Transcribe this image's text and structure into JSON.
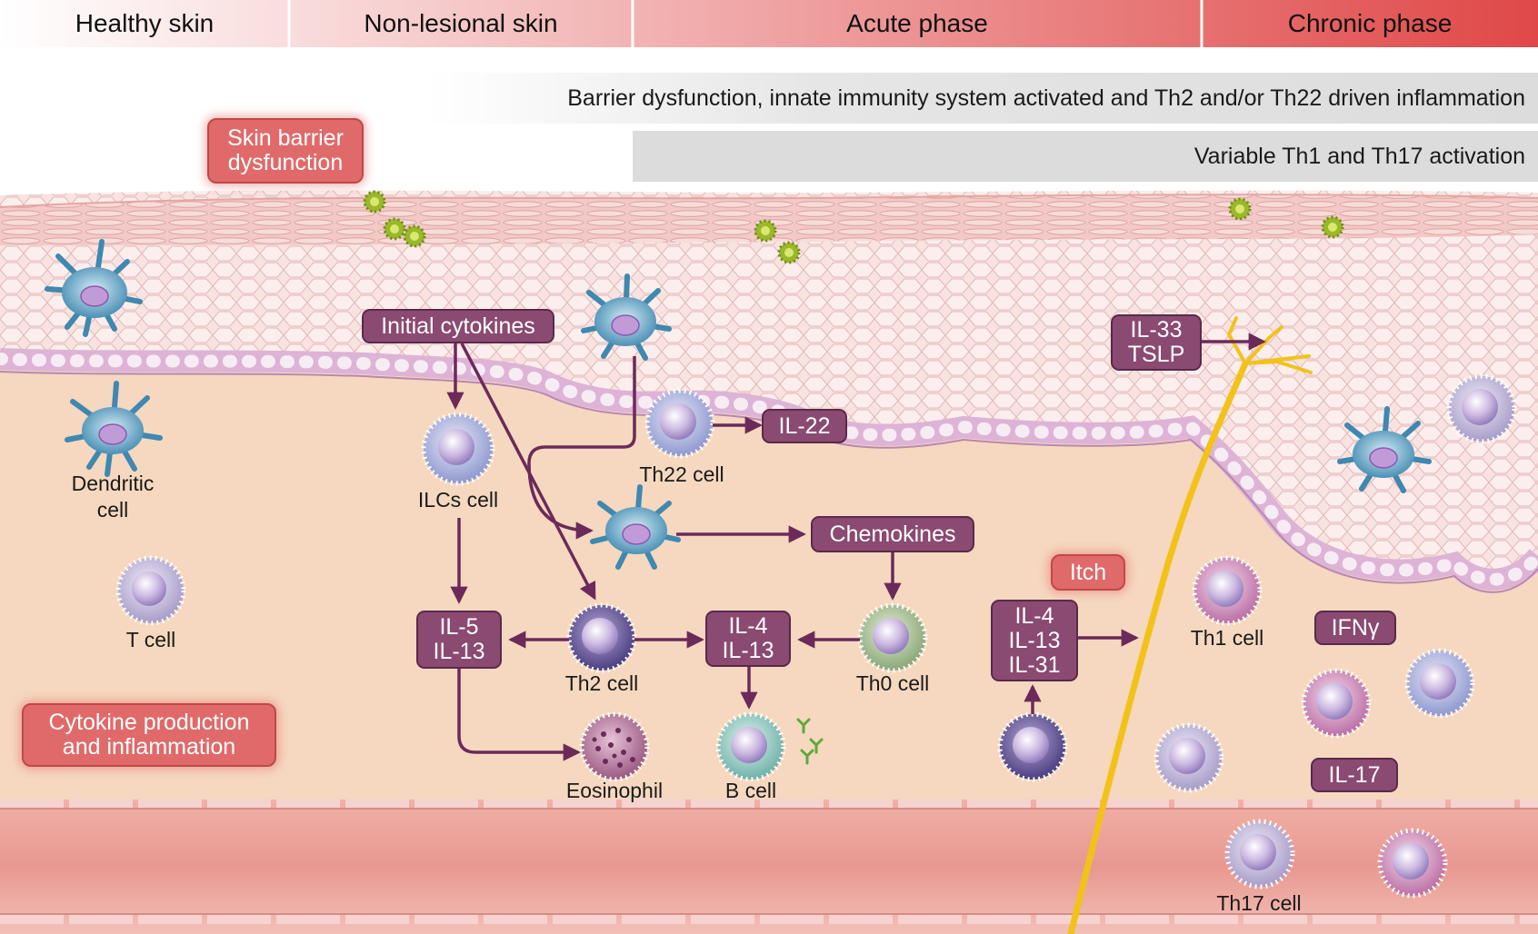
{
  "phases": [
    "Healthy skin",
    "Non-lesional skin",
    "Acute phase",
    "Chronic phase"
  ],
  "bars": {
    "innate": "Barrier dysfunction, innate immunity system activated and Th2 and/or Th22 driven inflammation",
    "th1_th17": "Variable Th1 and Th17 activation"
  },
  "callouts": {
    "skin_barrier": [
      "Skin barrier",
      "dysfunction"
    ],
    "cytokine_production": [
      "Cytokine production",
      "and inflammation"
    ],
    "itch": "Itch"
  },
  "mediators": {
    "initial_cytokines": "Initial cytokines",
    "il22": "IL-22",
    "il33_tslp": [
      "IL-33",
      "TSLP"
    ],
    "chemokines": "Chemokines",
    "il5_il13": [
      "IL-5",
      "IL-13"
    ],
    "il4_il13": [
      "IL-4",
      "IL-13"
    ],
    "il4_il13_il31": [
      "IL-4",
      "IL-13",
      "IL-31"
    ],
    "ifn_gamma": "IFNγ",
    "il17": "IL-17"
  },
  "cell_labels": {
    "dendritic": [
      "Dendritic",
      "cell"
    ],
    "t_cell": "T cell",
    "ilcs": "ILCs cell",
    "th22": "Th22 cell",
    "th2": "Th2 cell",
    "th0": "Th0 cell",
    "eosinophil": "Eosinophil",
    "b_cell": "B cell",
    "th1": "Th1 cell",
    "th17": "Th17 cell"
  },
  "colors": {
    "arrow": "#6b2a5a",
    "mediator_box": "#8a4a72",
    "callout": "#e06a6a",
    "dermis": "#f5d8bf",
    "epidermis": "#f7ddda",
    "basal_layer": "#ddb3d6",
    "nerve": "#f2c21a",
    "header_gradient_end": "#e04848"
  }
}
